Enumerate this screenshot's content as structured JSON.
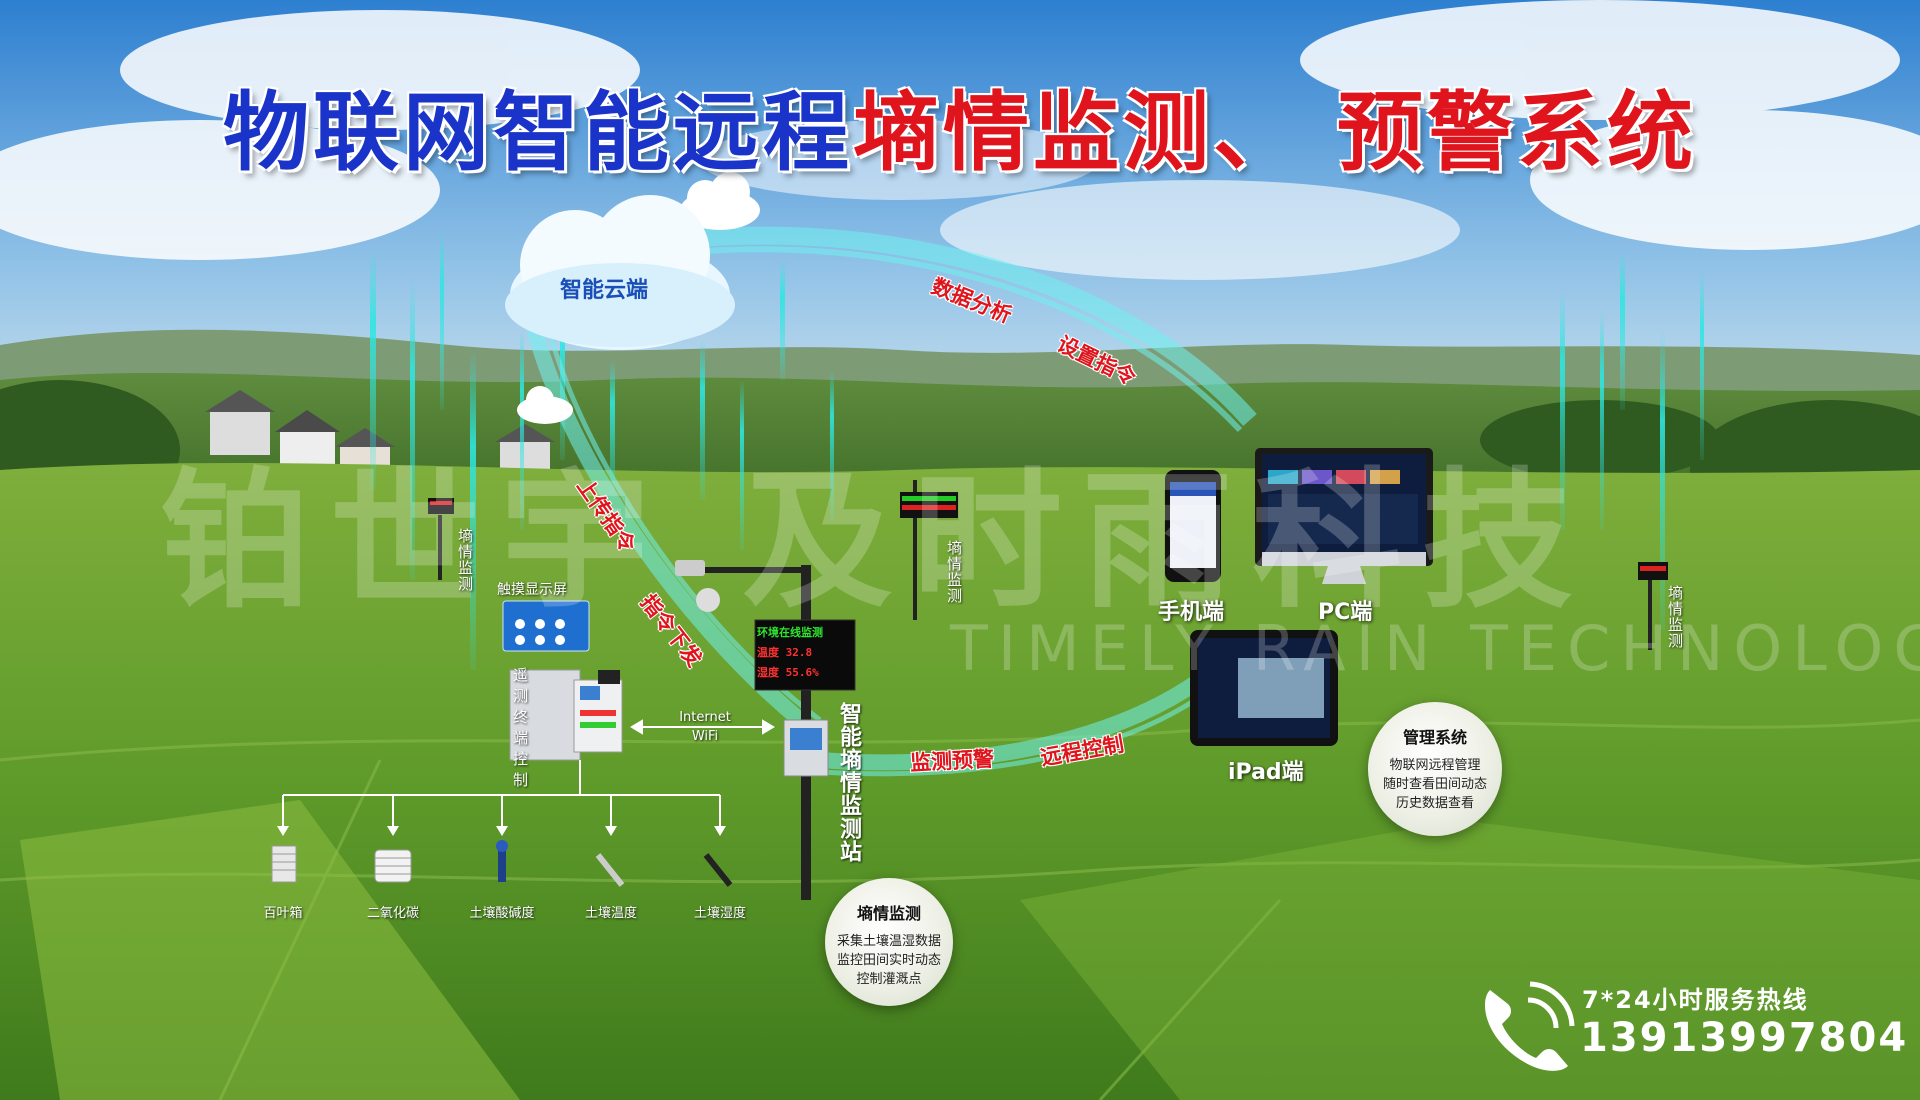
{
  "title": {
    "part1": "物联网智能远程",
    "part2": "墒情监测、 预警系统"
  },
  "cloud": {
    "label": "智能云端"
  },
  "arc_labels": {
    "data_analysis": "数据分析",
    "set_command": "设置指令",
    "upload_command": "上传指令",
    "command_issue": "指令下发",
    "monitor_warn": "监测预警",
    "remote_control": "远程控制"
  },
  "stations": {
    "left": "墒情监测",
    "mid": "墒情监测",
    "right": "墒情监测",
    "main": "智能墒情监测站"
  },
  "touch_screen": "触摸显示屏",
  "terminal": "遥测终端控制",
  "link": {
    "line1": "Internet",
    "line2": "WiFi"
  },
  "led_lines": [
    "环境在线监测",
    "温度 32.8",
    "湿度 55.6%"
  ],
  "devices": {
    "phone": "手机端",
    "pc": "PC端",
    "ipad": "iPad端"
  },
  "sensors": [
    "百叶箱",
    "二氧化碳",
    "土壤酸碱度",
    "土壤温度",
    "土壤湿度"
  ],
  "circle_monitor": {
    "title": "墒情监测",
    "lines": [
      "采集土壤温湿数据",
      "监控田间实时动态",
      "控制灌溉点"
    ]
  },
  "circle_manage": {
    "title": "管理系统",
    "lines": [
      "物联网远程管理",
      "随时查看田间动态",
      "历史数据查看"
    ]
  },
  "watermark": {
    "cn": "铂世宇 及时雨科技",
    "en": "TIMELY RAIN TECHNOLOGY"
  },
  "hotline": {
    "label": "7*24小时服务热线",
    "number": "13913997804"
  },
  "colors": {
    "title_blue": "#1a33c9",
    "title_red": "#e0141c",
    "cyan_bar": "#2ee6e0",
    "field_green": "#5f9b2a"
  }
}
